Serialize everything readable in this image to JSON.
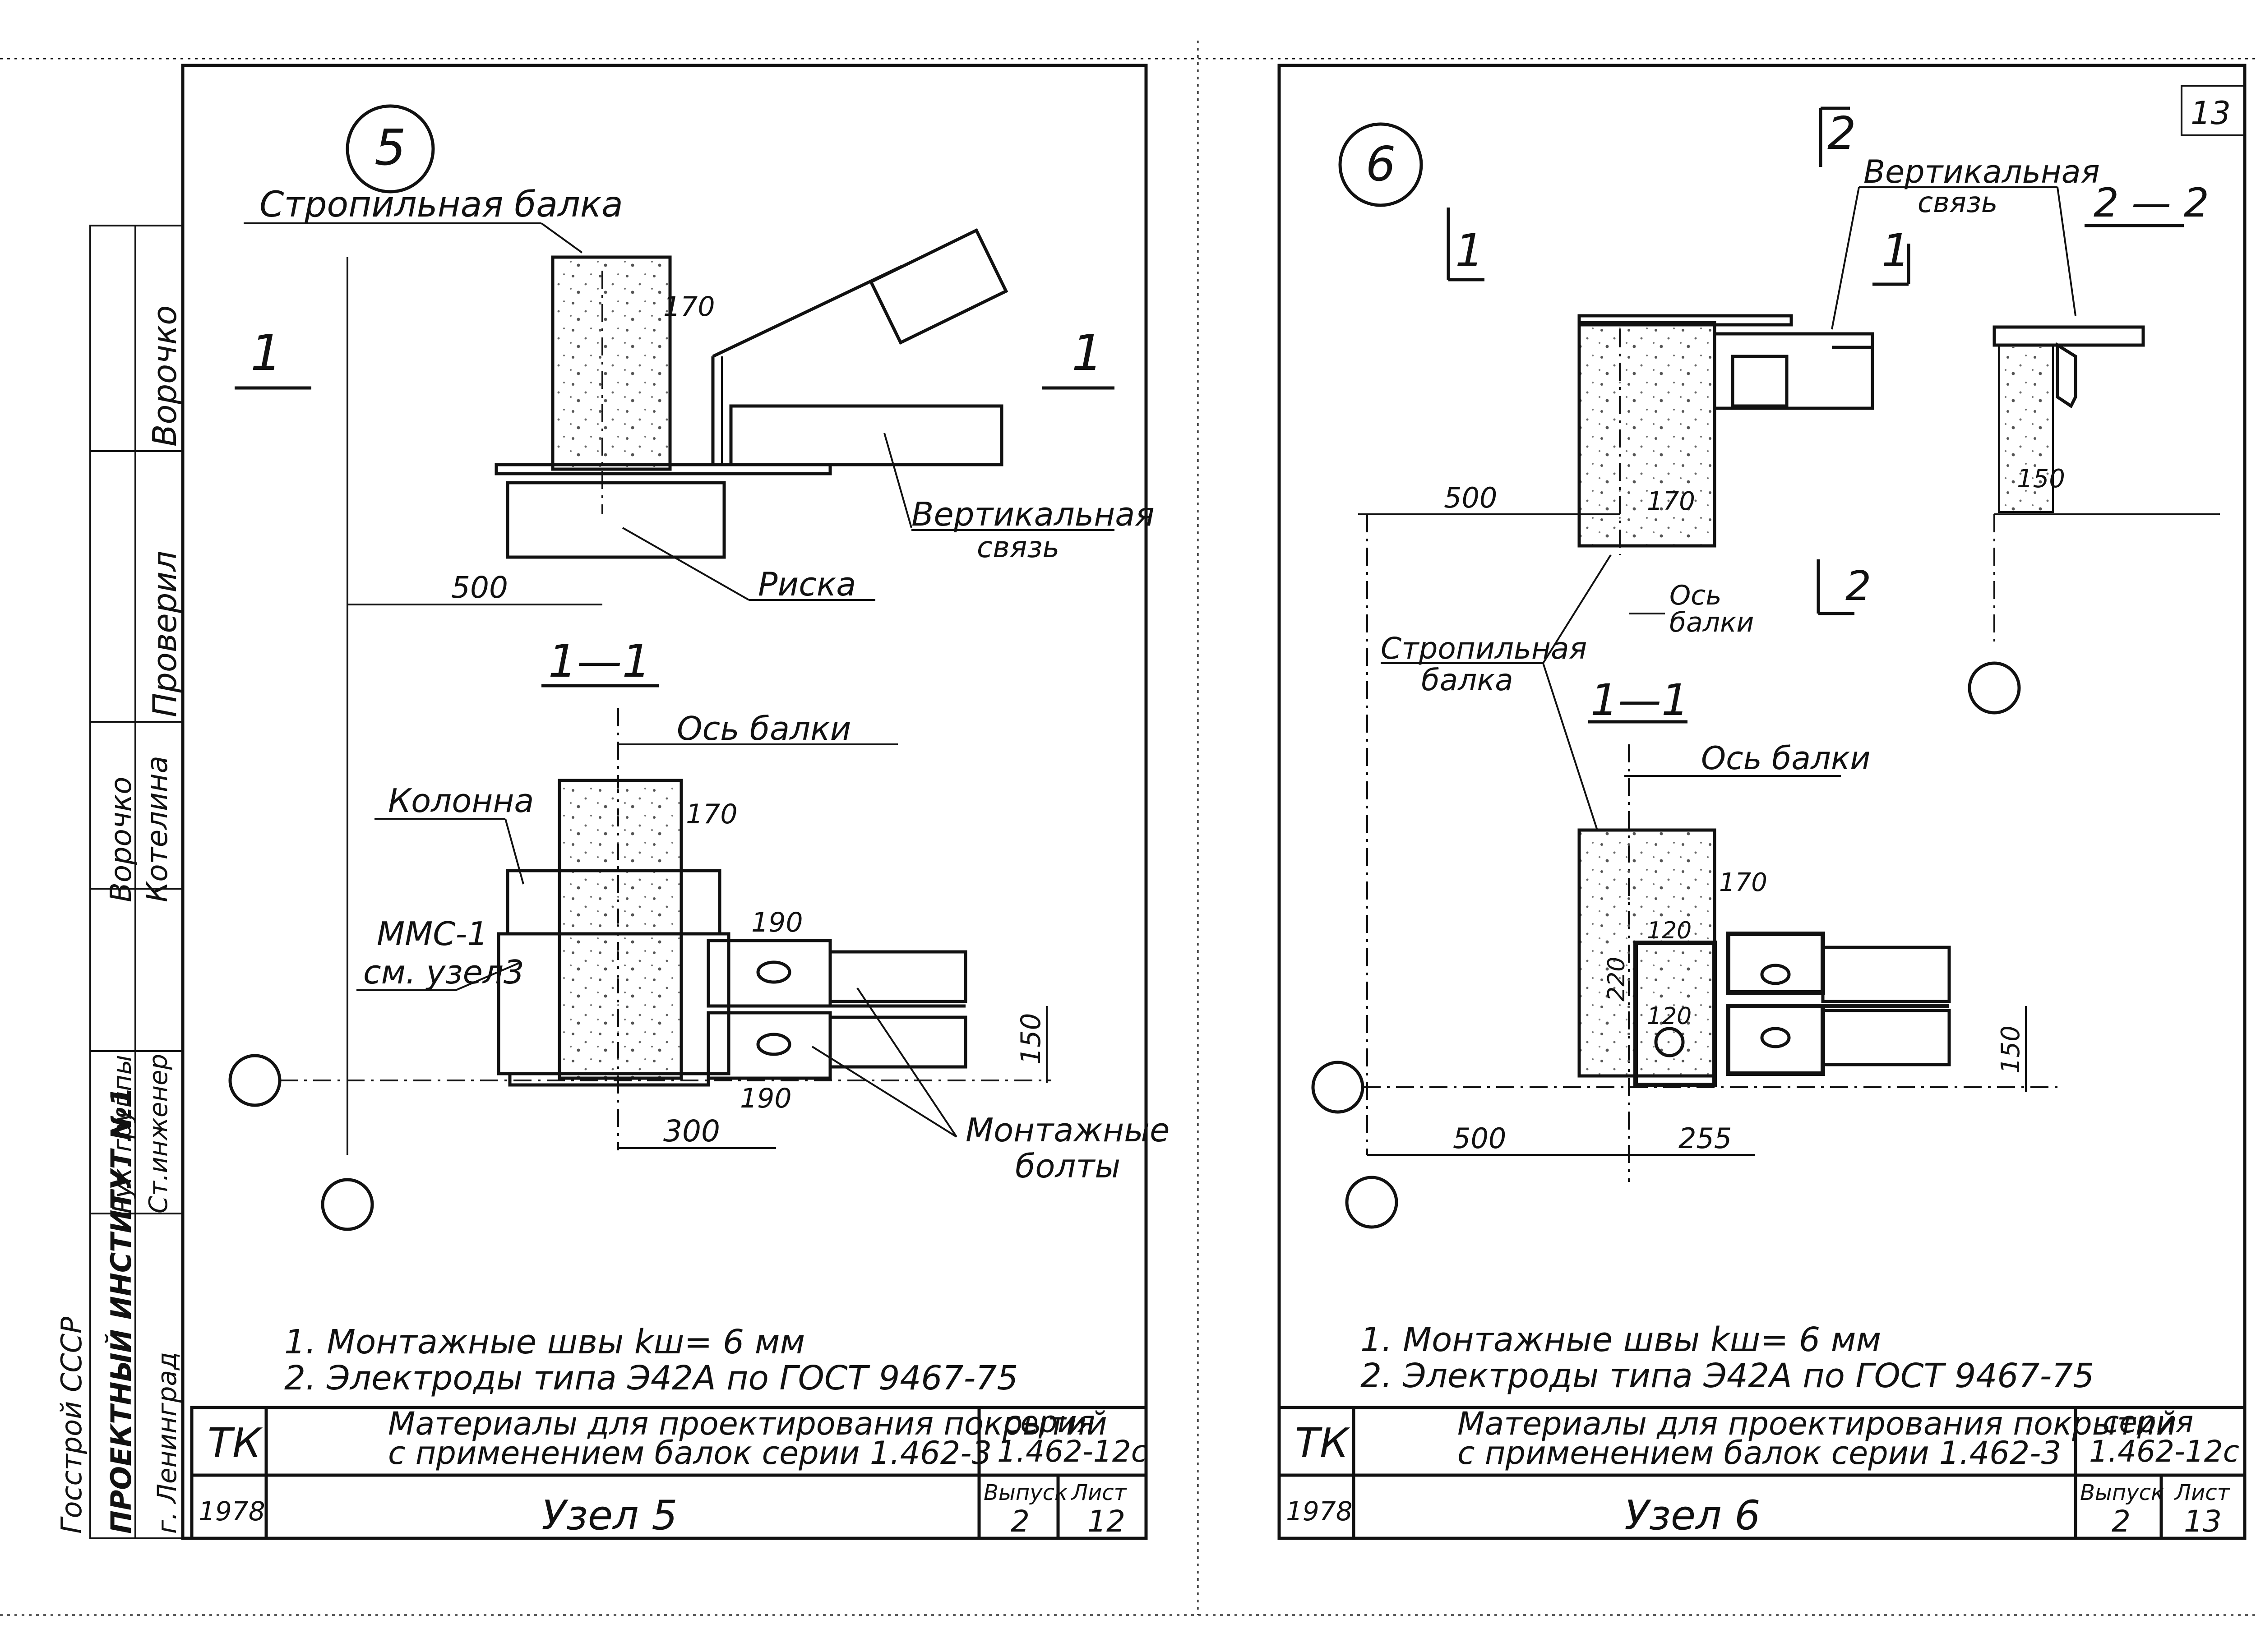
{
  "left_sheet": {
    "node_marker": "5",
    "labels": {
      "rafter_beam": "Стропильная балка",
      "vertical_brace": "Вертикальная связь",
      "risk_mark": "Риска",
      "section": "1—1",
      "cut_mark": "1",
      "beam_axis": "Ось балки",
      "column": "Колонна",
      "mmc": "ММС-1",
      "see_node": "см. узел3",
      "mounting_bolts": "Монтажные болты"
    },
    "dimensions": {
      "d170_top": "170",
      "d500": "500",
      "d170_section": "170",
      "d190_top": "190",
      "d190_bottom": "190",
      "d150": "150",
      "d300": "300"
    },
    "notes": {
      "note1": "1. Монтажные   швы   kш= 6 мм",
      "note2": "2. Электроды типа Э42А по ГОСТ 9467-75"
    },
    "title_block": {
      "tk": "ТК",
      "year": "1978",
      "description_line1": "Материалы для проектирования покрытий",
      "description_line2": "с применением балок серии 1.462-3",
      "series_label": "серия",
      "series_value": "1.462-12с",
      "node_name": "Узел 5",
      "issue_label": "Выпуск",
      "issue_value": "2",
      "sheet_label": "Лист",
      "sheet_value": "12"
    },
    "side_stamp": {
      "role_1": "Проверил",
      "name_1": "Ворочко",
      "role_2": "Ворочко",
      "name_2": "Котелина",
      "role_3": "Рук. группы",
      "name_3": "Ст.инженер",
      "institute_1": "Госстрой СССР",
      "institute_2": "ПРОЕКТНЫЙ ИНСТИТУТ №1",
      "institute_3": "г. Ленинград"
    }
  },
  "right_sheet": {
    "node_marker": "6",
    "sheet_number_corner": "13",
    "labels": {
      "vertical_brace": "Вертикальная связь",
      "section_22": "2 — 2",
      "section_11": "1—1",
      "cut_mark_1": "1",
      "cut_mark_2": "2",
      "beam_axis_top_1": "Ось",
      "beam_axis_top_2": "балки",
      "rafter_beam_1": "Стропильная",
      "rafter_beam_2": "балка",
      "beam_axis": "Ось балки"
    },
    "dimensions": {
      "d500_top": "500",
      "d170_top": "170",
      "d150_section": "150",
      "d170_bottom": "170",
      "d120_top": "120",
      "d220": "220",
      "d120_mid": "120",
      "d150_right": "150",
      "d500_bottom": "500",
      "d255": "255"
    },
    "notes": {
      "note1": "1. Монтажные   швы   kш= 6 мм",
      "note2": "2. Электроды типа Э42А по ГОСТ 9467-75"
    },
    "title_block": {
      "tk": "ТК",
      "year": "1978",
      "description_line1": "Материалы для проектирования покрытий",
      "description_line2": "с применением балок серии 1.462-3",
      "series_label": "серия",
      "series_value": "1.462-12с",
      "node_name": "Узел 6",
      "issue_label": "Выпуск",
      "issue_value": "2",
      "sheet_label": "Лист",
      "sheet_value": "13"
    }
  }
}
